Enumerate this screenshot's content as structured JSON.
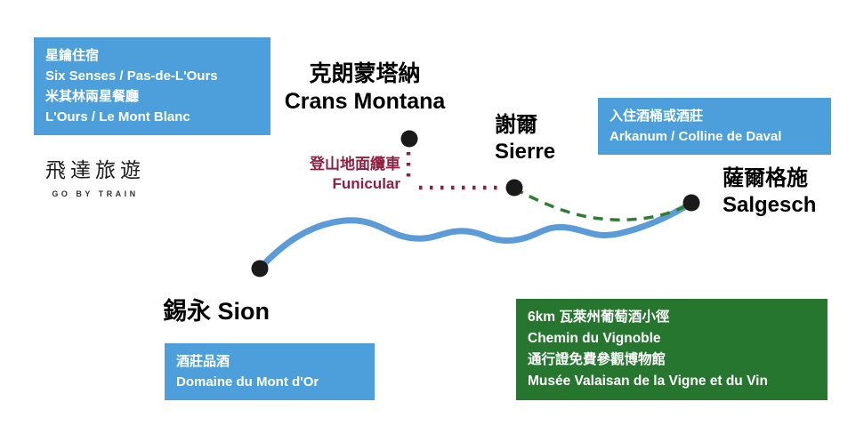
{
  "colors": {
    "blue_box": "#4D9FDB",
    "green_box": "#26762F",
    "route_blue": "#5B9CD8",
    "dash_green": "#2F7D33",
    "funicular_red": "#8F2042",
    "dot_black": "#1A1A1A",
    "text_black": "#000000"
  },
  "logo": {
    "title": "飛達旅遊",
    "subtitle": "GO BY TRAIN"
  },
  "stations": {
    "crans_montana": {
      "zh": "克朗蒙塔納",
      "en": "Crans Montana"
    },
    "sierre": {
      "zh": "謝爾",
      "en": "Sierre"
    },
    "salgesch": {
      "zh": "薩爾格施",
      "en": "Salgesch"
    },
    "sion": {
      "label": "錫永 Sion"
    }
  },
  "funicular": {
    "zh": "登山地面纜車",
    "en": "Funicular"
  },
  "boxes": {
    "hotel": {
      "lines": [
        "星鑰住宿",
        "Six Senses / Pas-de-L'Ours",
        "米其林兩星餐廳",
        "L'Ours / Le Mont Blanc"
      ]
    },
    "arkanum": {
      "lines": [
        "入住酒桶或酒莊",
        "Arkanum / Colline de Daval"
      ]
    },
    "domaine": {
      "lines": [
        "酒莊品酒",
        "Domaine du Mont d'Or"
      ]
    },
    "wine_trail": {
      "lines": [
        "6km 瓦萊州葡萄酒小徑",
        "Chemin du Vignoble",
        "通行證免費參觀博物館",
        "Musée Valaisan de la Vigne et du Vin"
      ]
    }
  }
}
